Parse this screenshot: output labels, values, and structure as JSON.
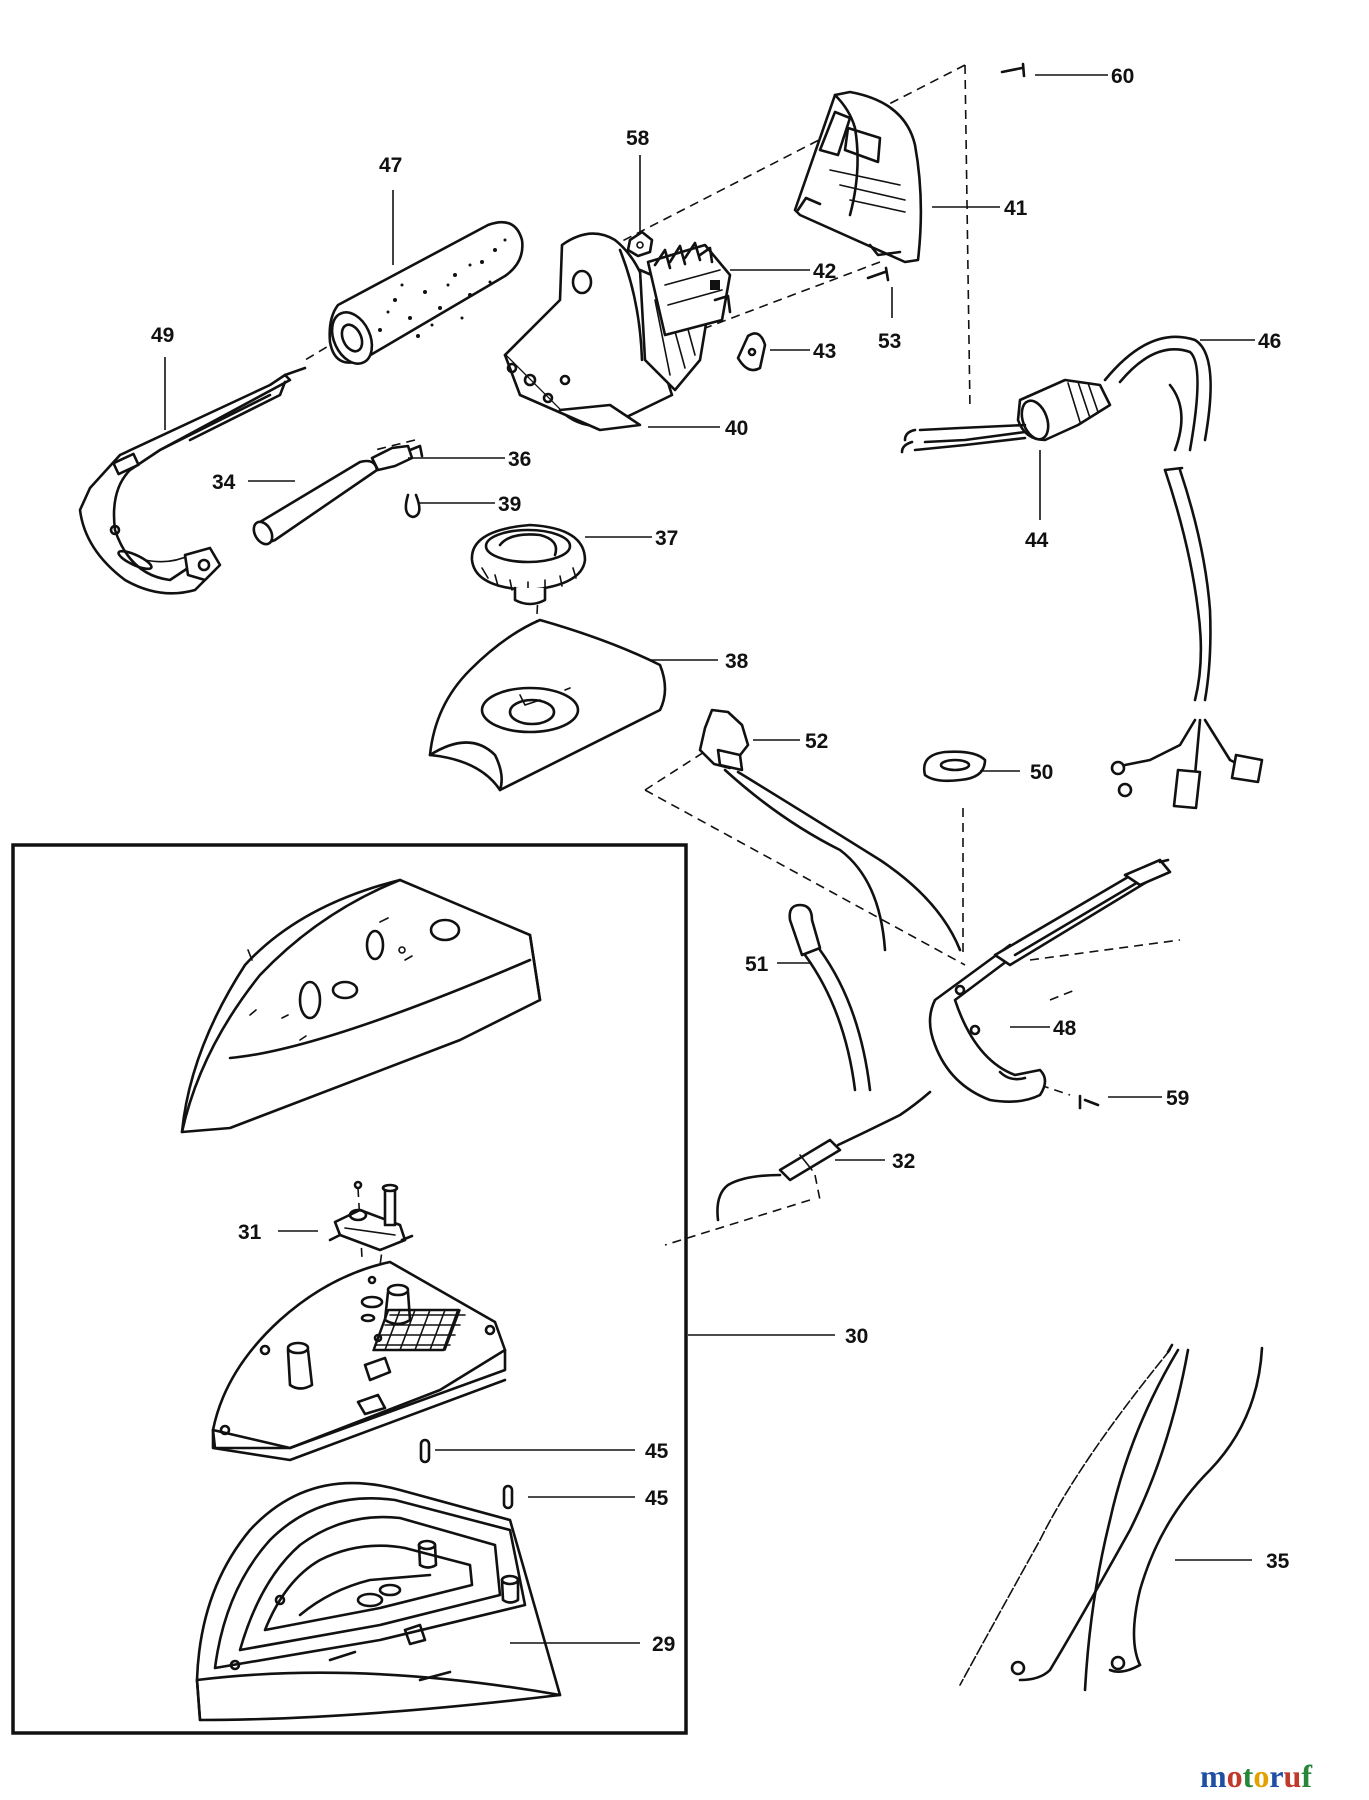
{
  "labels": {
    "p60": "60",
    "p41": "41",
    "p58": "58",
    "p47": "47",
    "p42": "42",
    "p53": "53",
    "p46": "46",
    "p49": "49",
    "p43": "43",
    "p40": "40",
    "p44": "44",
    "p36": "36",
    "p34": "34",
    "p39": "39",
    "p37": "37",
    "p38": "38",
    "p52": "52",
    "p50": "50",
    "p51": "51",
    "p48": "48",
    "p59": "59",
    "p32": "32",
    "p31": "31",
    "p30": "30",
    "p45a": "45",
    "p45b": "45",
    "p35": "35",
    "p29": "29"
  },
  "watermark": {
    "text": "motoruf",
    "colors": [
      "#1f4fa3",
      "#c0392b",
      "#27863a",
      "#e1a100",
      "#1f4fa3",
      "#c0392b",
      "#27863a"
    ]
  }
}
